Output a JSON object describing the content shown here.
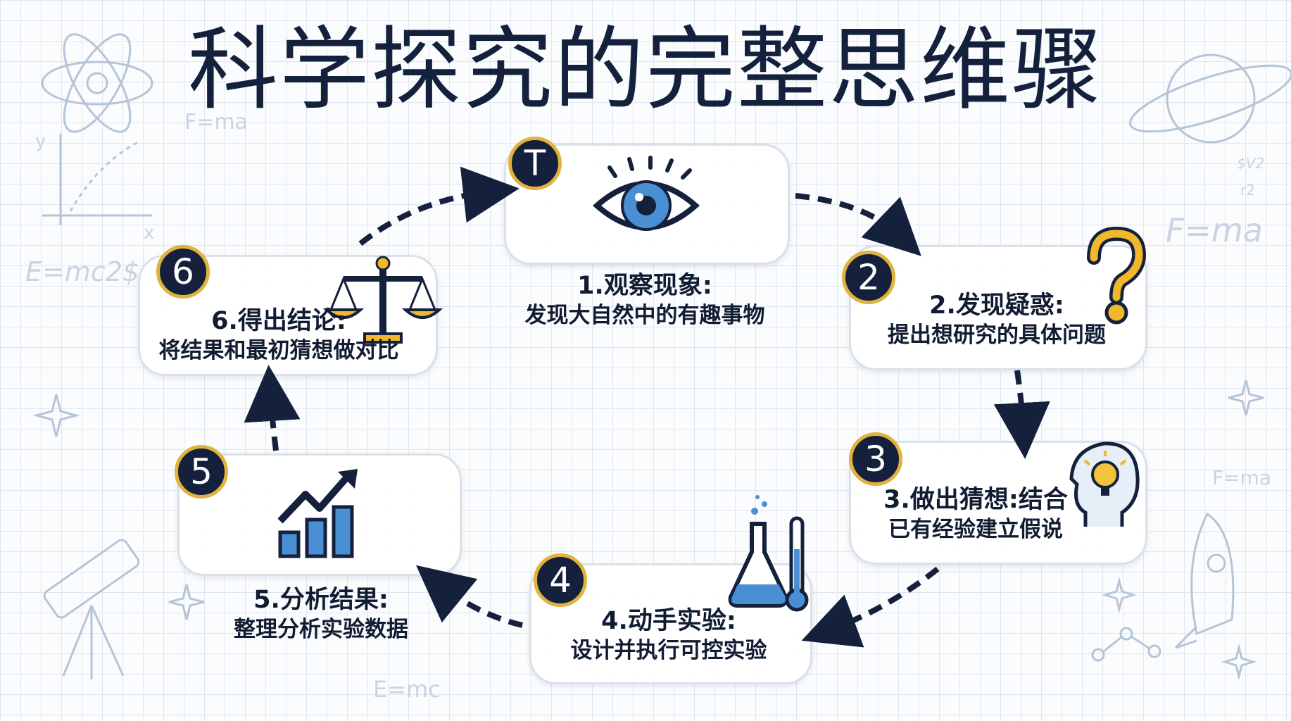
{
  "title": "科学探究的完整思维骤",
  "steps": [
    {
      "badge": "T",
      "line1": "1.观察现象:",
      "line2": "发现大自然中的有趣事物",
      "icon": "eye-icon"
    },
    {
      "badge": "2",
      "line1": "2.发现疑惑:",
      "line2": "提出想研究的具体问题",
      "icon": "question-mark-icon"
    },
    {
      "badge": "3",
      "line1": "3.做出猜想:结合",
      "line2": "已有经验建立假说",
      "icon": "lightbulb-head-icon"
    },
    {
      "badge": "4",
      "line1": "4.动手实验:",
      "line2": "设计并执行可控实验",
      "icon": "flask-thermometer-icon"
    },
    {
      "badge": "5",
      "line1": "5.分析结果:",
      "line2": "整理分析实验数据",
      "icon": "bar-chart-icon"
    },
    {
      "badge": "6",
      "line1": "6.得出结论:",
      "line2": "将结果和最初猜想做对比",
      "icon": "scales-icon"
    }
  ],
  "decor": {
    "formula_1": "F=ma",
    "formula_2": "E=mc2$",
    "formula_3": "F=ma",
    "formula_4": "F=ma",
    "formula_5": "E=mc",
    "formula_6": "$V2",
    "formula_7": "r2",
    "axis_y": "y",
    "axis_x": "x"
  },
  "colors": {
    "navy": "#14203c",
    "gold": "#e0b33c",
    "blue": "#4a8fd4",
    "card_border": "#d9e1ea"
  }
}
